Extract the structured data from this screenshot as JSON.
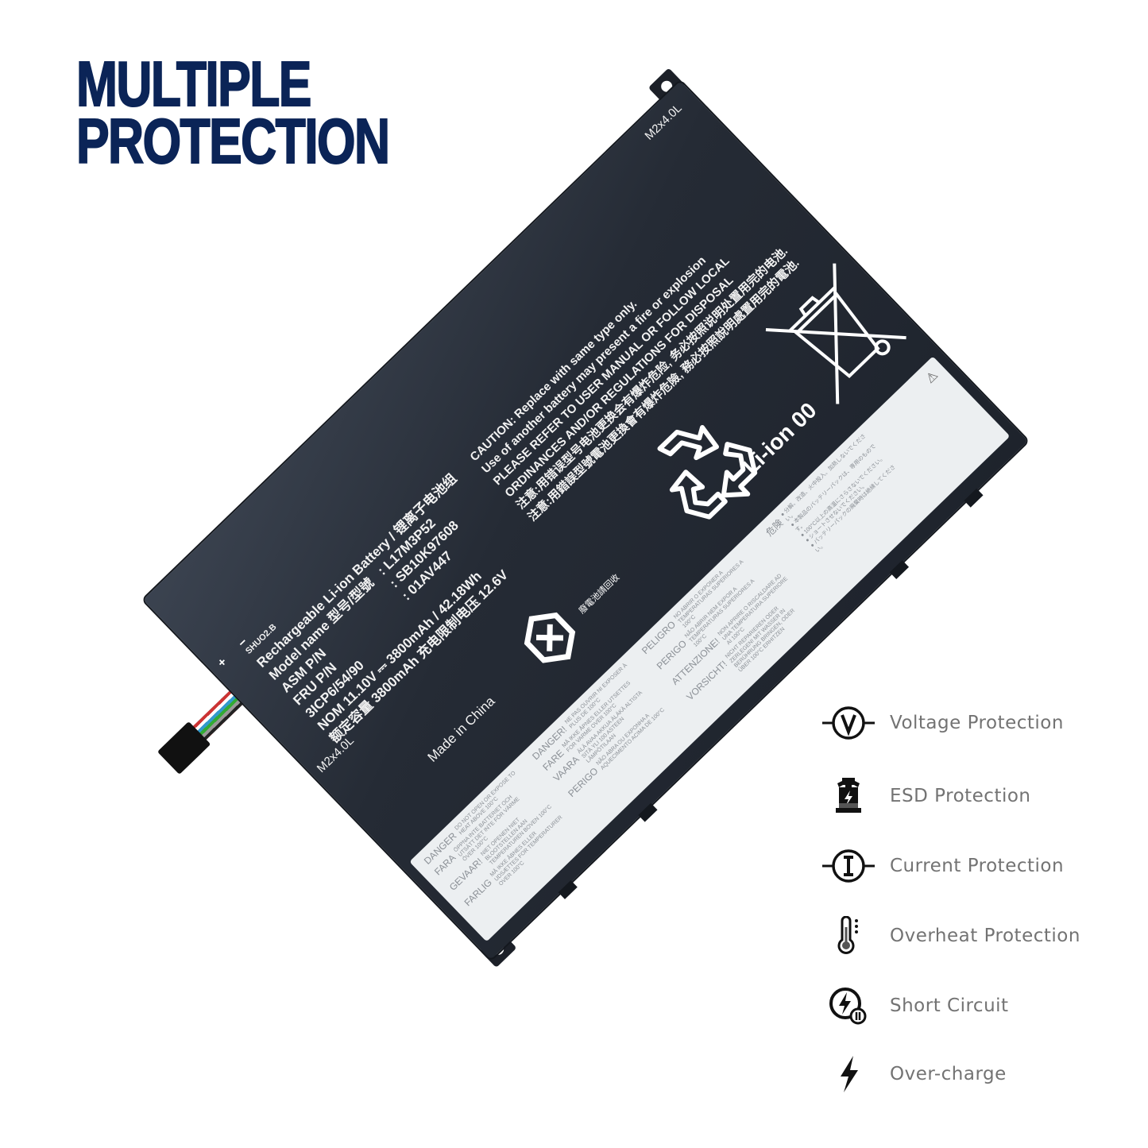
{
  "title": {
    "line1": "MULTIPLE",
    "line2": "PROTECTION",
    "color": "#0b2457"
  },
  "battery": {
    "screw_label": "M2x4.0L",
    "code": "SHUO2.B",
    "spec_lines": [
      {
        "key": "Rechargeable Li-ion Battery / 锂离子电池组",
        "value": ""
      },
      {
        "key": "Model name 型号/型號",
        "value": ": L17M3P52"
      },
      {
        "key": "ASM P/N",
        "value": ": SB10K97608"
      },
      {
        "key": "FRU P/N",
        "value": ": 01AV447"
      },
      {
        "key": "3ICP6/54/90",
        "value": ""
      },
      {
        "key": "NOM 11.10V ⎓ 3800mAh / 42.18Wh",
        "value": ""
      },
      {
        "key": "额定容量 3800mAh   充电限制电压 12.6V",
        "value": ""
      }
    ],
    "caution_lines": [
      "CAUTION: Replace with same type only.",
      "Use of another battery may present a fire or explosion",
      "PLEASE REFER TO USER MANUAL OR FOLLOW LOCAL",
      "ORDINANCES AND/OR REGULATIONS FOR DISPOSAL",
      "注意:用错误型号电池更换会有爆炸危险, 务必按照说明处置用完的电池.",
      "注意:用錯誤型號電池更換會有爆炸危險, 務必按照說明處置用完的電池."
    ],
    "liion_label": "Li-ion 00",
    "taiwan_recycle": "廢電池請回收",
    "made_in": "Made in China",
    "pole_plus": "+",
    "pole_minus": "−",
    "warning_columns": [
      [
        {
          "h": "DANGER",
          "t": "DO NOT OPEN OR EXPOSE TO HEAT ABOVE 100°C"
        },
        {
          "h": "FARA",
          "t": "ÖPPNA INTE BATTERIET OCH UTSÄTT DET INTE FÖR VÄRME ÖVER 100°C"
        },
        {
          "h": "GEVAAR!",
          "t": "NIET OPENEN NIET BLOOTSTELLEN AAN TEMPERATUREN BOVEN 100°C"
        },
        {
          "h": "FARLIG",
          "t": "MÅ IKKE ÅBNES ELLER UDSÆTTES FOR TEMPERATURER OVER 100°C"
        }
      ],
      [
        {
          "h": "DANGER!",
          "t": "NE PAS OUVRIR NI EXPOSER À PLUS DE 100°C"
        },
        {
          "h": "FARE",
          "t": "MÅ IKKE ÅPNES ELLER UTSETTES FOR VARME OVER 100°C"
        },
        {
          "h": "VAARA",
          "t": "ÄLÄ AVAA AKKUA ÄLÄKÄ ALTISTA SITÄ YLI 100 ASTEEN LÄMPÖTILAAN"
        },
        {
          "h": "PERIGO",
          "t": "NÃO ABRA OU EXPONHA A AQUECIMENTO ACIMA DE 100°C"
        }
      ],
      [
        {
          "h": "PELIGRO",
          "t": "NO ABRIR O EXPONER A TEMPERATURAS SUPERIORES A 100°C"
        },
        {
          "h": "PERIGO",
          "t": "NÃO ABRIR NEM EXPOR A TEMPERATURAS SUPERIORES A 100°C"
        },
        {
          "h": "ATTENZIONE!",
          "t": "NON APRIRE O RISCALDARE AD UNA TEMPERATURA SUPERIORE AI 100°C"
        },
        {
          "h": "VORSICHT!",
          "t": "NICHT REPARIEREN ODER ZERLEGEN! MIT WASSER IN BERÜHRUNG BRINGEN, ODER ÜBER 100°C ERHITZEN"
        }
      ]
    ],
    "jp_heading": "危険",
    "jp_lines": [
      "● 分解、改造、火中投入、加熱しないでください。",
      "● 本製品のバッテリーパックは、専用のものです。",
      "● 100°C以上の高温にさらさないでください。",
      "● ショートさせないでください。",
      "● バッテリーパックの廃棄時は絶縁してください。"
    ],
    "warning_symbol": "⚠"
  },
  "features": [
    {
      "icon": "voltage-icon",
      "label": "Voltage Protection"
    },
    {
      "icon": "esd-icon",
      "label": "ESD Protection"
    },
    {
      "icon": "current-icon",
      "label": "Current Protection"
    },
    {
      "icon": "thermometer-icon",
      "label": "Overheat Protection"
    },
    {
      "icon": "short-circuit-icon",
      "label": "Short Circuit"
    },
    {
      "icon": "lightning-icon",
      "label": "Over-charge"
    }
  ]
}
